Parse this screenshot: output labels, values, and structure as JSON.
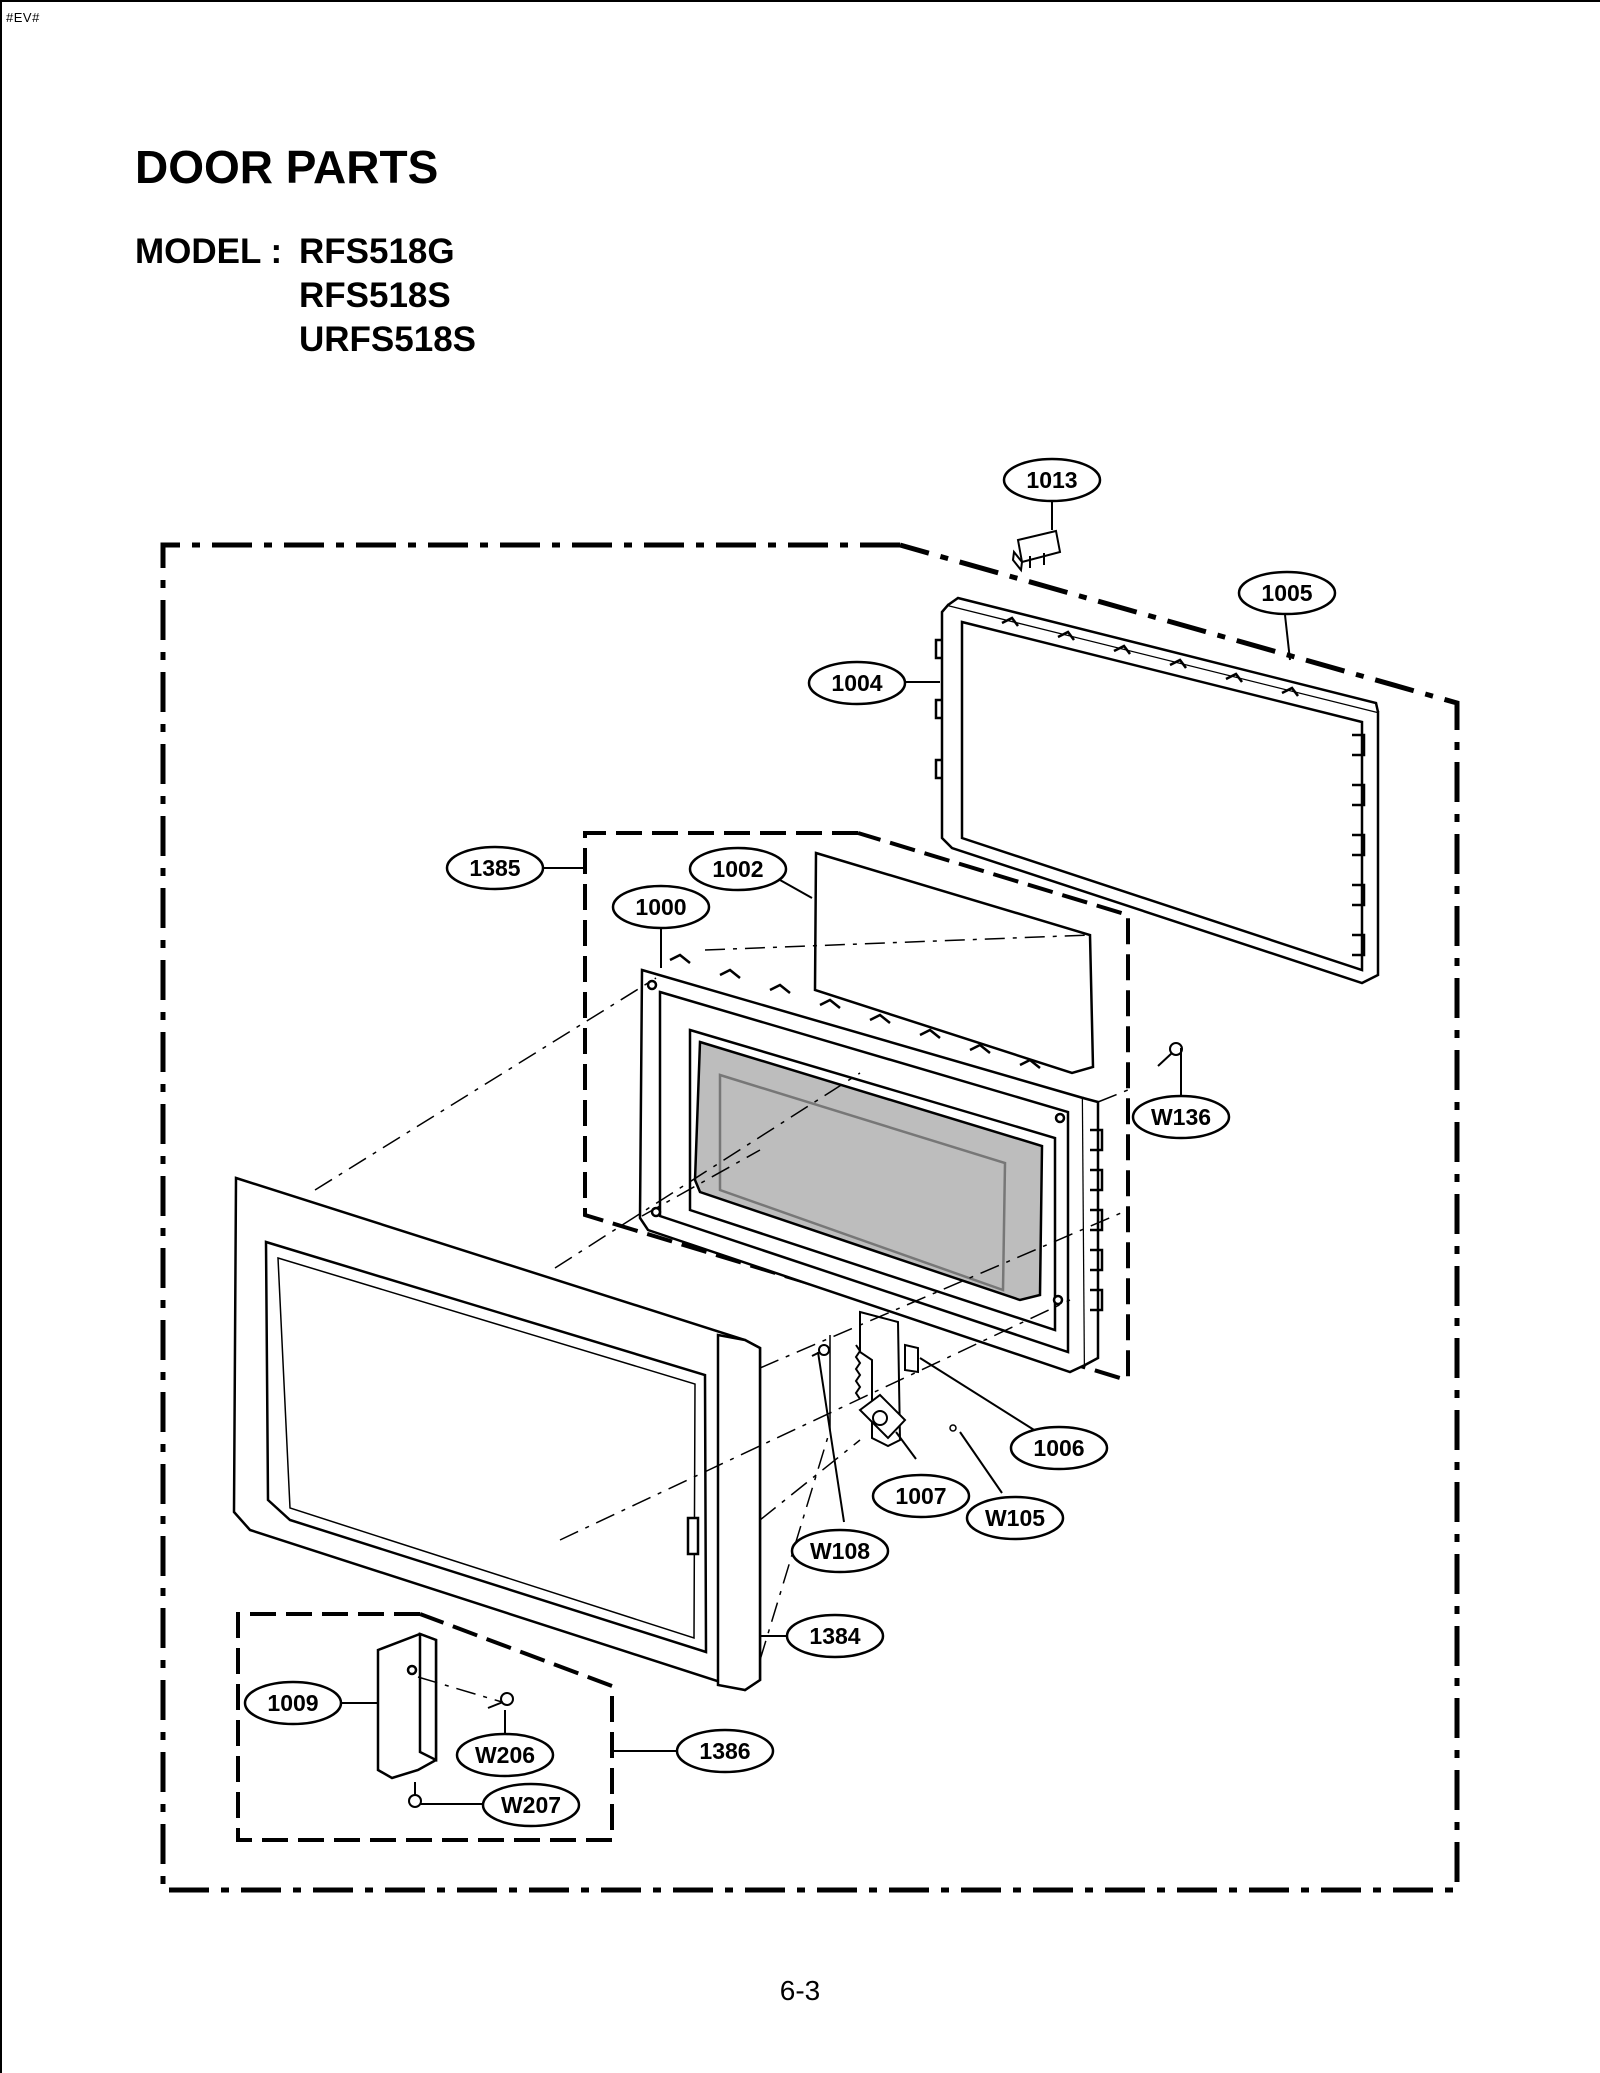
{
  "header": {
    "corner_tag": "#EV#",
    "title": "DOOR PARTS",
    "model_label": "MODEL :",
    "models": [
      "RFS518G",
      "RFS518S",
      "URFS518S"
    ]
  },
  "diagram": {
    "callouts": [
      "1013",
      "1005",
      "1004",
      "1385",
      "1002",
      "1000",
      "W136",
      "1006",
      "1007",
      "W105",
      "W108",
      "1384",
      "1009",
      "W206",
      "1386",
      "W207"
    ]
  },
  "footer": {
    "page_number": "6-3"
  }
}
